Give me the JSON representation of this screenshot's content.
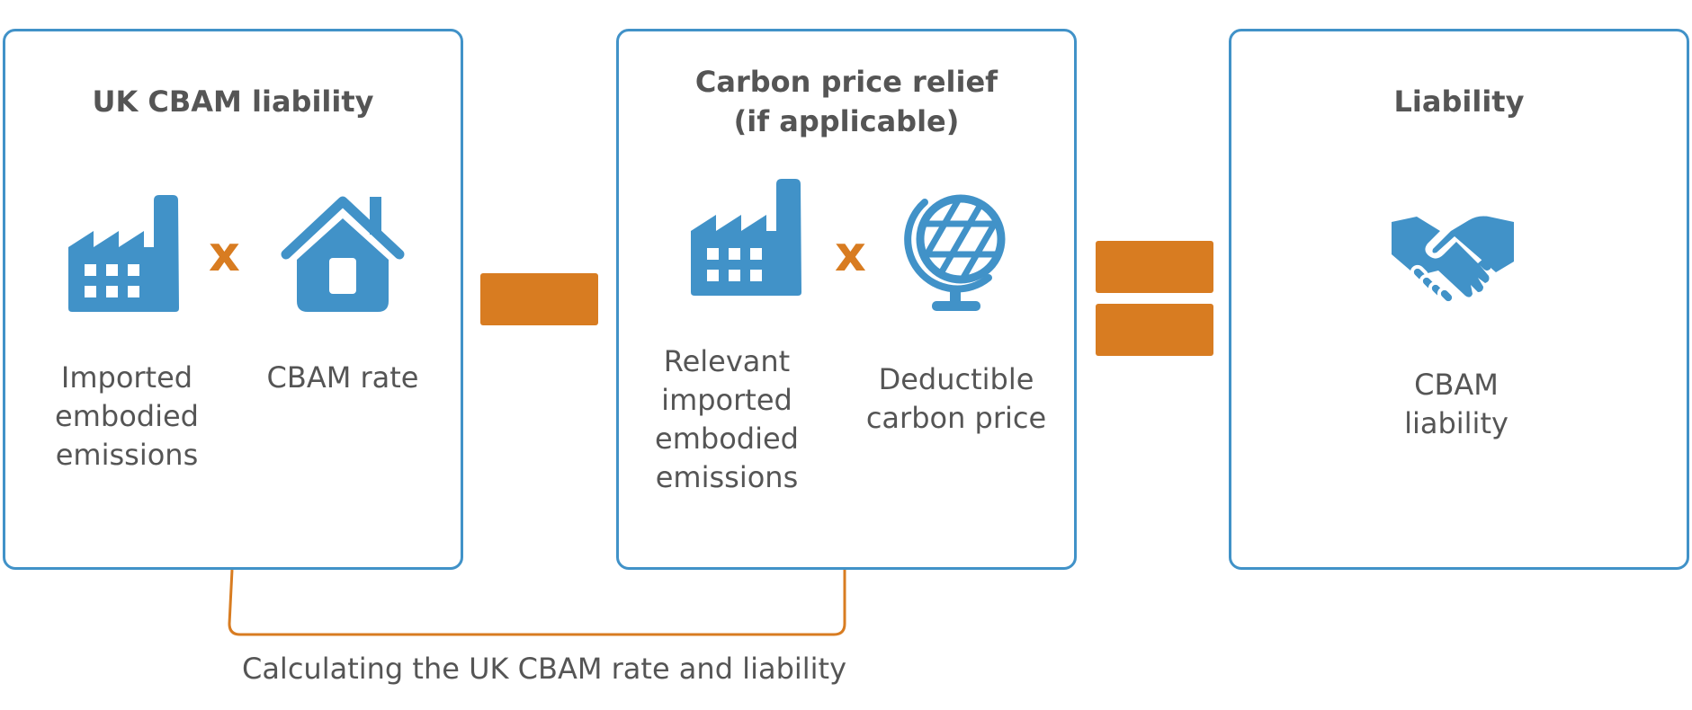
{
  "panels": {
    "left": {
      "title": "UK CBAM liability",
      "label_a": "Imported embodied emissions",
      "label_b": "CBAM rate",
      "icon_a": "factory-icon",
      "icon_b": "house-icon"
    },
    "middle": {
      "title_line1": "Carbon price relief",
      "title_line2": "(if applicable)",
      "label_a": "Relevant imported embodied emissions",
      "label_b": "Deductible carbon price",
      "icon_a": "factory-icon",
      "icon_b": "globe-icon"
    },
    "right": {
      "title": "Liability",
      "label": "CBAM liability",
      "icon": "handshake-icon"
    }
  },
  "operators": {
    "multiply": "x",
    "minus": "minus-sign",
    "equals": "equals-sign"
  },
  "caption": "Calculating the UK CBAM rate and liability",
  "colors": {
    "panel_border": "#4192c8",
    "icon_blue": "#4192c8",
    "accent_orange": "#d87c21",
    "text": "#555555"
  }
}
